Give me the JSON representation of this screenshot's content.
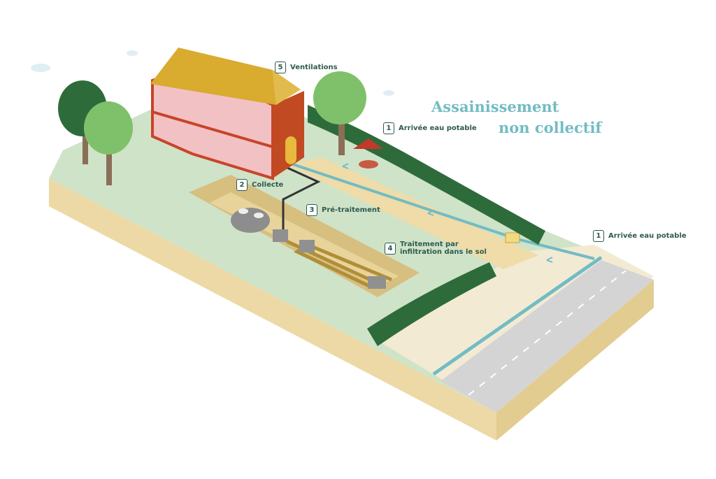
{
  "title": {
    "line1": "Assainissement",
    "line2": "non collectif"
  },
  "labels": [
    {
      "num": "1",
      "text": "Arrivée eau potable"
    },
    {
      "num": "1",
      "text": "Arrivée eau potable"
    },
    {
      "num": "2",
      "text": "Collecte"
    },
    {
      "num": "3",
      "text": "Pré-traitement"
    },
    {
      "num": "4",
      "text": "Traitement par",
      "text2": "infiltration dans le sol"
    },
    {
      "num": "5",
      "text": "Ventilations"
    }
  ],
  "colors": {
    "title": "#72bcc4",
    "label": "#2f5a4f",
    "grass": "#cfe3c8",
    "soil": "#ecd9a5",
    "water": "#72bcc4",
    "hedge": "#2e6b3a"
  }
}
